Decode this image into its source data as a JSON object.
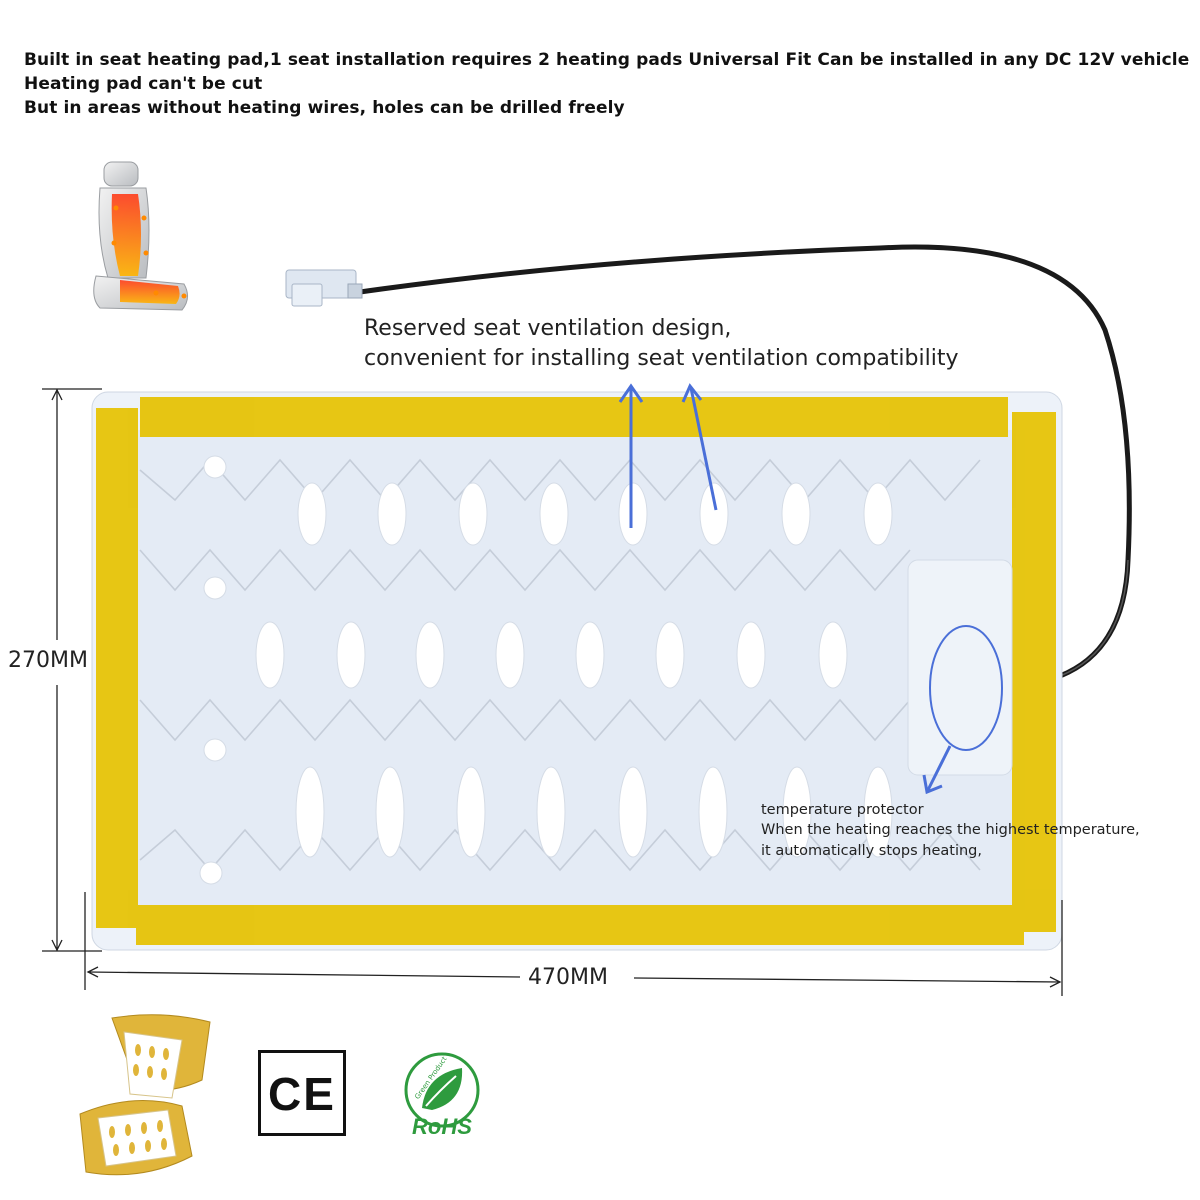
{
  "header": {
    "line1": "Built in seat heating pad,1 seat installation requires 2 heating pads Universal Fit  Can be installed in any DC 12V vehicle",
    "line2": "Heating pad can't be cut",
    "line3": "But in areas without heating wires, holes can be drilled freely"
  },
  "annotations": {
    "ventilation_line1": "Reserved seat ventilation design,",
    "ventilation_line2": "convenient for installing seat ventilation compatibility",
    "protector_line1": "temperature protector",
    "protector_line2": "When the heating reaches the highest temperature,",
    "protector_line3": " it automatically stops heating,"
  },
  "dimensions": {
    "height": "270MM",
    "width": "470MM"
  },
  "certifications": {
    "ce": "CE",
    "rohs": "RoHS",
    "rohs_ring": "Green Product"
  },
  "icons": {
    "seat_heat": "heated-seat-icon",
    "seat_installed": "installed-seat-icon",
    "ce": "ce-mark-icon",
    "rohs": "rohs-leaf-icon"
  },
  "colors": {
    "tape": "#e6c200",
    "pad": "#e8eef7",
    "arrow": "#4a6fd8",
    "cable": "#1a1a1a"
  }
}
